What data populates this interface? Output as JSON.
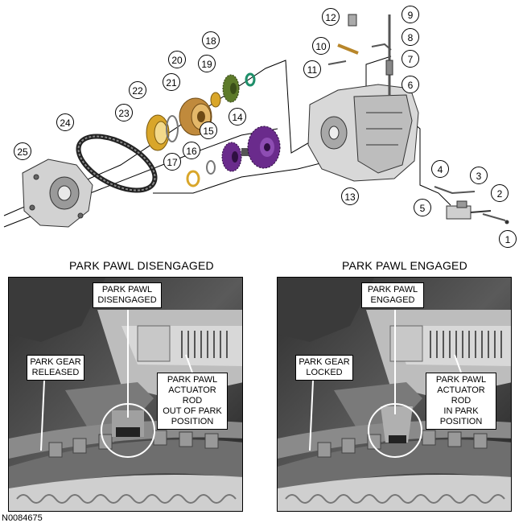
{
  "callouts": [
    "1",
    "2",
    "3",
    "4",
    "5",
    "6",
    "7",
    "8",
    "9",
    "10",
    "11",
    "12",
    "13",
    "14",
    "15",
    "16",
    "17",
    "18",
    "19",
    "20",
    "21",
    "22",
    "23",
    "24",
    "25"
  ],
  "panels": {
    "left": {
      "title": "PARK PAWL DISENGAGED",
      "pawl_label": "PARK PAWL\nDISENGAGED",
      "gear_label": "PARK GEAR\nRELEASED",
      "rod_label": "PARK PAWL\nACTUATOR ROD\nOUT OF PARK\nPOSITION"
    },
    "right": {
      "title": "PARK PAWL ENGAGED",
      "pawl_label": "PARK PAWL\nENGAGED",
      "gear_label": "PARK GEAR\nLOCKED",
      "rod_label": "PARK PAWL\nACTUATOR ROD\nIN PARK\nPOSITION"
    }
  },
  "figure_id": "N0084675",
  "colors": {
    "purple": "#6a2b8c",
    "green": "#5d7a2a",
    "gold": "#d9a62a",
    "teal": "#1f8f6a"
  }
}
